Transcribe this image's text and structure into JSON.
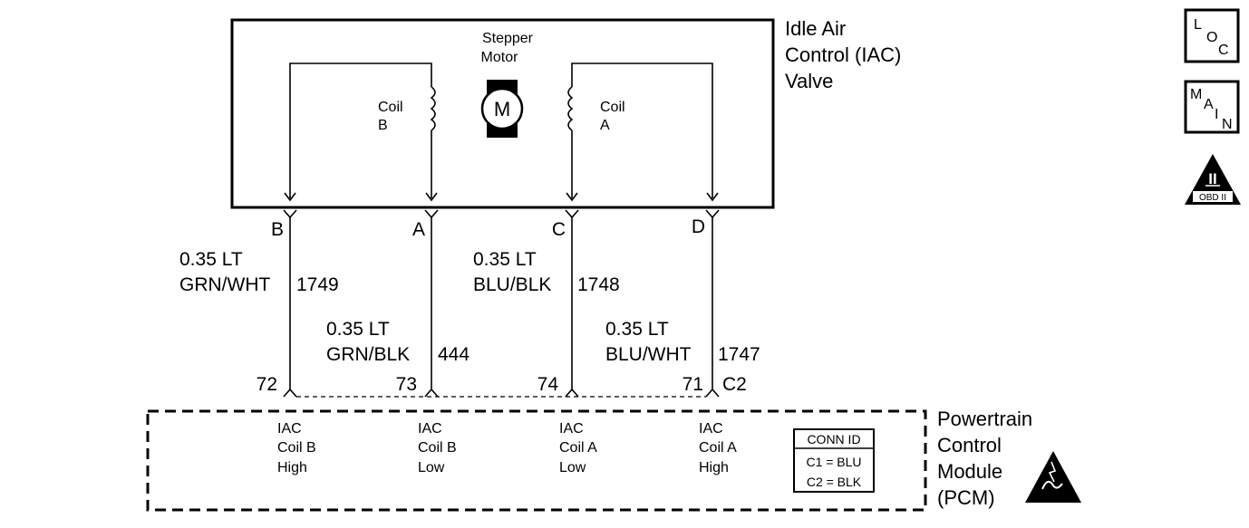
{
  "iac_valve": {
    "title_lines": [
      "Idle Air",
      "Control (IAC)",
      "Valve"
    ],
    "motor_label_lines": [
      "Stepper",
      "Motor"
    ],
    "motor_symbol": "M",
    "coil_b_lines": [
      "Coil",
      "B"
    ],
    "coil_a_lines": [
      "Coil",
      "A"
    ]
  },
  "terminals": [
    "B",
    "A",
    "C",
    "D"
  ],
  "wires": [
    {
      "gauge": "0.35 LT",
      "color": "GRN/WHT",
      "circuit": "1749"
    },
    {
      "gauge": "0.35 LT",
      "color": "GRN/BLK",
      "circuit": "444"
    },
    {
      "gauge": "0.35 LT",
      "color": "BLU/BLK",
      "circuit": "1748"
    },
    {
      "gauge": "0.35 LT",
      "color": "BLU/WHT",
      "circuit": "1747"
    }
  ],
  "pcm_pins": [
    "72",
    "73",
    "74",
    "71"
  ],
  "pcm_connector": "C2",
  "pcm": {
    "title_lines": [
      "Powertrain",
      "Control",
      "Module",
      "(PCM)"
    ],
    "circuits": [
      [
        "IAC",
        "Coil B",
        "High"
      ],
      [
        "IAC",
        "Coil B",
        "Low"
      ],
      [
        "IAC",
        "Coil A",
        "Low"
      ],
      [
        "IAC",
        "Coil A",
        "High"
      ]
    ],
    "conn_id": {
      "title": "CONN ID",
      "rows": [
        "C1 = BLU",
        "C2 = BLK"
      ]
    }
  },
  "badges": {
    "loc": [
      "L",
      "O",
      "C"
    ],
    "main": [
      "M",
      "A",
      "I",
      "N"
    ],
    "obd": {
      "numeral": "II",
      "label": "OBD II"
    }
  },
  "icons": {
    "esd": "esd-warning-icon",
    "motor": "motor-icon",
    "obd": "obd-ii-icon"
  }
}
